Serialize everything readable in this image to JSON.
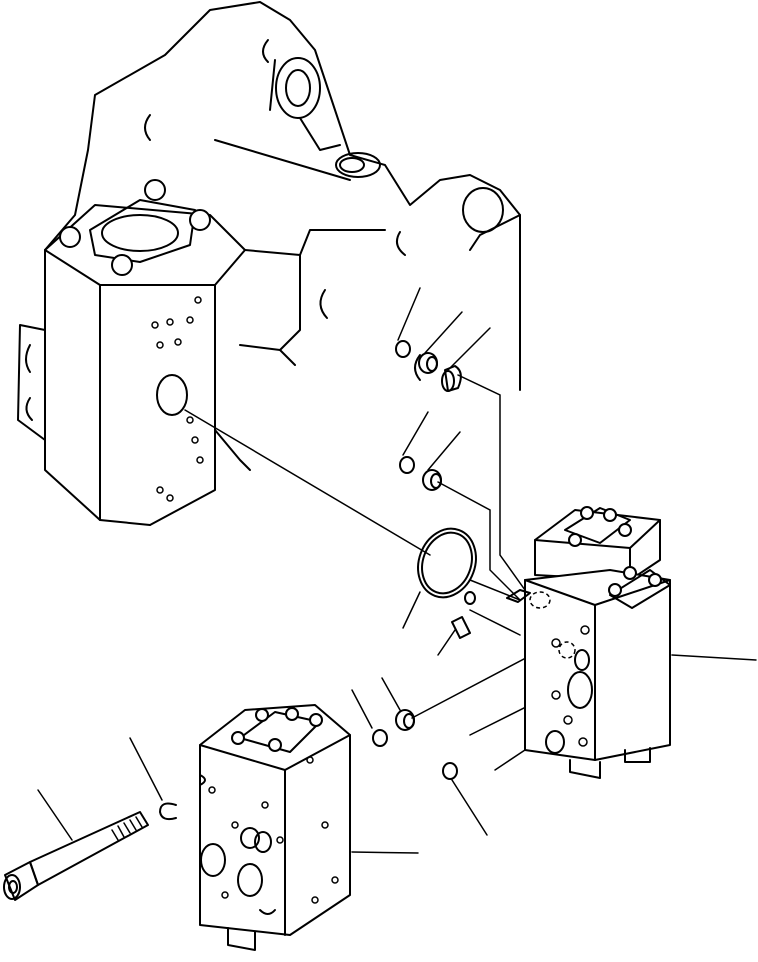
{
  "diagram": {
    "type": "exploded-parts-view",
    "colors": {
      "line": "#000000",
      "background": "#ffffff"
    },
    "parts": [
      "pump-housing",
      "main-valve-block",
      "secondary-valve-block",
      "large-o-ring",
      "small-o-ring",
      "seal-ring",
      "sleeve",
      "snap-ring",
      "socket-head-bolt"
    ],
    "leader_count": 11
  }
}
